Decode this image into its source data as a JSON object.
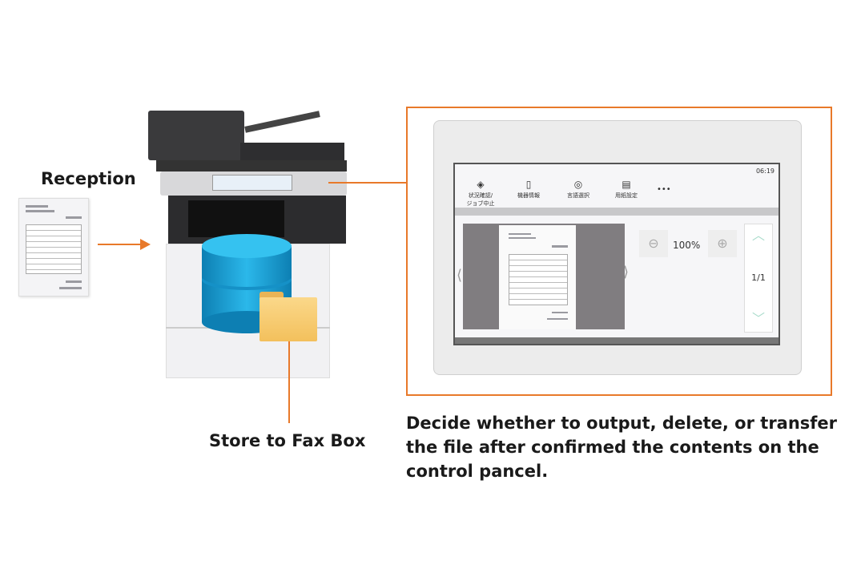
{
  "labels": {
    "reception": "Reception",
    "store": "Store to Fax Box"
  },
  "description": [
    "Decide whether to output, delete, or transfer",
    "the file after confirmed the contents on the",
    "control pancel."
  ],
  "panel": {
    "clock": "06:19",
    "toolbar": [
      {
        "label": "状況確認/\nジョブ中止",
        "icon": "eye-icon"
      },
      {
        "label": "機器情報",
        "icon": "info-icon"
      },
      {
        "label": "言語選択",
        "icon": "language-icon"
      },
      {
        "label": "用紙設定",
        "icon": "paper-icon"
      }
    ],
    "more": "•••",
    "zoom": "100%",
    "page": "1/1"
  },
  "colors": {
    "accent": "#e8792a",
    "database": "#1aa3d9",
    "folder": "#f7c96a"
  }
}
